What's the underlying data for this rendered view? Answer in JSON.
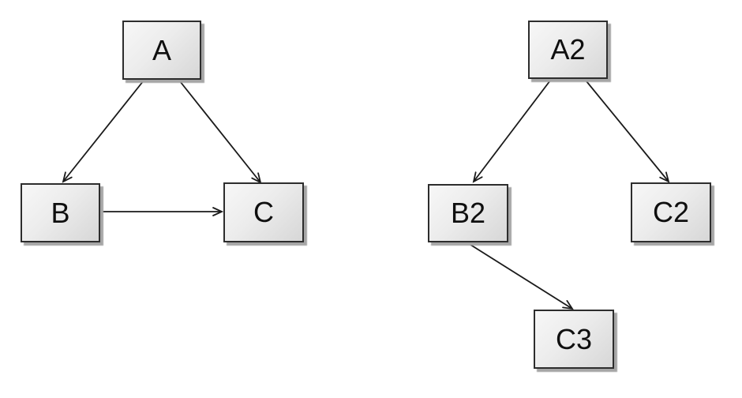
{
  "diagram": {
    "kind": "directed-graph",
    "background": "#ffffff",
    "left_graph": {
      "nodes": [
        {
          "id": "A",
          "label": "A"
        },
        {
          "id": "B",
          "label": "B"
        },
        {
          "id": "C",
          "label": "C"
        }
      ],
      "edges": [
        {
          "from": "A",
          "to": "B",
          "directed": true
        },
        {
          "from": "A",
          "to": "C",
          "directed": true
        },
        {
          "from": "B",
          "to": "C",
          "directed": true
        }
      ]
    },
    "right_graph": {
      "nodes": [
        {
          "id": "A2",
          "label": "A2"
        },
        {
          "id": "B2",
          "label": "B2"
        },
        {
          "id": "C2",
          "label": "C2"
        },
        {
          "id": "C3",
          "label": "C3"
        }
      ],
      "edges": [
        {
          "from": "A2",
          "to": "B2",
          "directed": true
        },
        {
          "from": "A2",
          "to": "C2",
          "directed": true
        },
        {
          "from": "B2",
          "to": "C3",
          "directed": true
        }
      ]
    },
    "style": {
      "node_fill_light": "#f7f7f7",
      "node_fill_dark": "#d7d7d7",
      "node_border": "#2d2d2d",
      "node_shadow": "#a6a6a6",
      "edge_color": "#1a1a1a",
      "text_color": "#0f0f0f"
    }
  }
}
